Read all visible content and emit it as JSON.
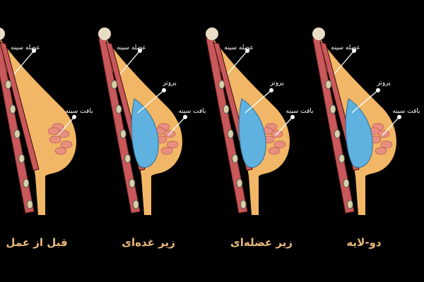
{
  "labels": {
    "pectoral_muscle": "عضله سینه",
    "implant": "پروتز",
    "breast_tissue": "بافت سینه"
  },
  "panels": [
    {
      "caption": "قبل از عمل",
      "implant": false
    },
    {
      "caption": "زیر غده‌ای",
      "implant": true
    },
    {
      "caption": "زیر عضله‌ای",
      "implant": true
    },
    {
      "caption": "دو-لایه",
      "implant": true
    }
  ],
  "colors": {
    "background": "#000000",
    "skin": "#f2b766",
    "muscle": "#c9585a",
    "implant": "#5fb2e0",
    "gland": "#e88f80",
    "bone": "#e9dcc4",
    "caption": "#e8b97a"
  }
}
